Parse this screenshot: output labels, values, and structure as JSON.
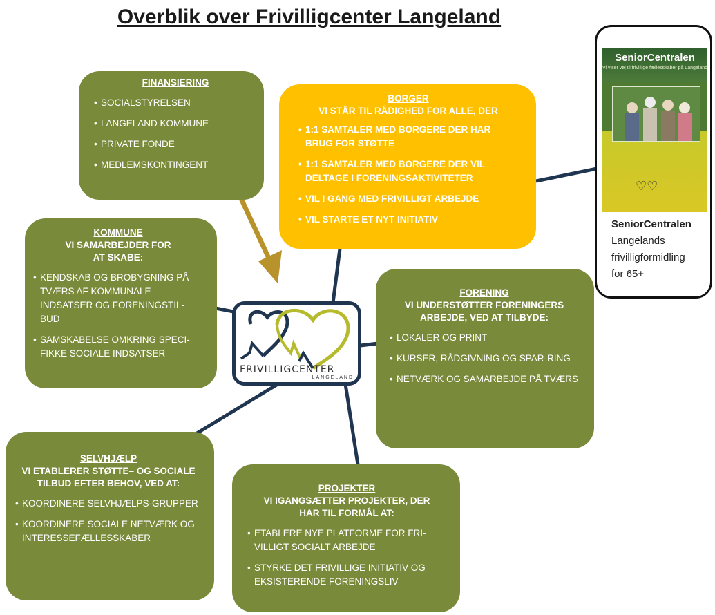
{
  "title": "Overblik over Frivilligcenter Langeland",
  "finansiering": {
    "header": "FINANSIERING",
    "items": [
      "SOCIALSTYRELSEN",
      "LANGELAND KOMMUNE",
      "PRIVATE FONDE",
      "MEDLEMSKONTINGENT"
    ]
  },
  "borger": {
    "header": "BORGER",
    "subheader": "VI STÅR TIL RÅDIGHED FOR ALLE, DER",
    "items": [
      "1:1 SAMTALER MED BORGERE DER HAR BRUG FOR STØTTE",
      "1:1 SAMTALER MED BORGERE DER VIL DELTAGE I FORENINGSAKTIVITETER",
      "VIL I GANG MED FRIVILLIGT ARBEJDE",
      "VIL STARTE ET NYT INITIATIV"
    ]
  },
  "kommune": {
    "header": "KOMMUNE",
    "subheader": "VI SAMARBEJDER FOR AT SKABE:",
    "items": [
      "KENDSKAB OG BROBYGNING PÅ TVÆRS AF KOMMUNALE INDSATSER OG FORENINGSTIL-BUD",
      "SAMSKABELSE OMKRING SPECI-FIKKE SOCIALE INDSATSER"
    ]
  },
  "forening": {
    "header": "FORENING",
    "subheader": "VI UNDERSTØTTER FORENINGERS ARBEJDE, VED AT TILBYDE:",
    "items": [
      "LOKALER OG PRINT",
      "KURSER, RÅDGIVNING OG SPAR-RING",
      "NETVÆRK OG SAMARBEJDE PÅ TVÆRS"
    ]
  },
  "selvhjaelp": {
    "header": "SELVHJÆLP",
    "subheader": "VI ETABLERER STØTTE– OG SOCIALE TILBUD EFTER BEHOV, VED AT:",
    "items": [
      "KOORDINERE SELVHJÆLPS-GRUPPER",
      "KOORDINERE SOCIALE NETVÆRK OG INTERESSEFÆLLESSKABER"
    ]
  },
  "projekter": {
    "header": "PROJEKTER",
    "subheader": "VI IGANGSÆTTER PROJEKTER, DER HAR TIL FORMÅL AT:",
    "items": [
      "ETABLERE NYE PLATFORME FOR FRI-VILLIGT SOCIALT ARBEJDE",
      "STYRKE DET FRIVILLIGE INITIATIV OG EKSISTERENDE FORENINGSLIV"
    ]
  },
  "logo": {
    "name": "FRIVILLIGCENTER",
    "sub": "LANGELAND"
  },
  "seniorcentralen": {
    "cover_brand": "SeniorCentralen",
    "cover_tagline": "Vi viser vej til frivillige fællesskaber på Langeland",
    "title": "SeniorCentralen",
    "line1": "Langelands",
    "line2": "frivilligformidling",
    "line3": "for 65+"
  },
  "colors": {
    "olive": "#7a8a3b",
    "yellow": "#ffc000",
    "navy": "#1f3550",
    "arrow": "#b8922a"
  }
}
